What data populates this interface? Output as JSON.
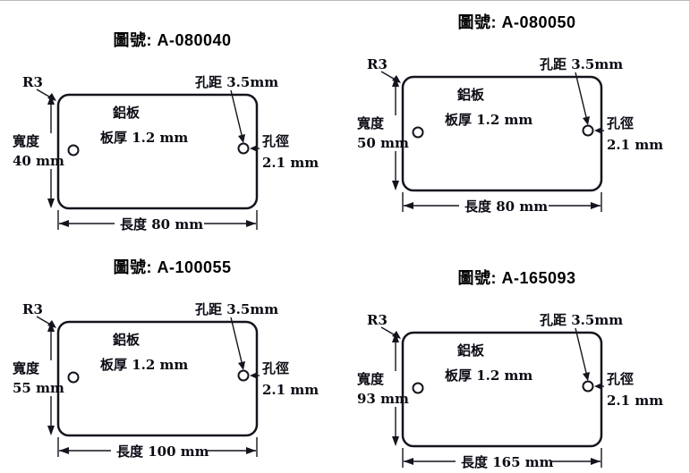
{
  "shared": {
    "corner_radius": "R3",
    "hole_pitch": "孔距 3.5mm",
    "plate_material": "鋁板",
    "plate_thickness": "板厚 1.2 mm",
    "hole_dia_label": "孔徑",
    "hole_dia_value": "2.1 mm",
    "width_label": "寬度"
  },
  "panels": [
    {
      "title": "圖號: A-080040",
      "width_value": "40 mm",
      "length": "長度 80 mm"
    },
    {
      "title": "圖號: A-080050",
      "width_value": "50 mm",
      "length": "長度 80 mm"
    },
    {
      "title": "圖號: A-100055",
      "width_value": "55 mm",
      "length": "長度 100 mm"
    },
    {
      "title": "圖號: A-165093",
      "width_value": "93 mm",
      "length": "長度 165 mm"
    }
  ]
}
